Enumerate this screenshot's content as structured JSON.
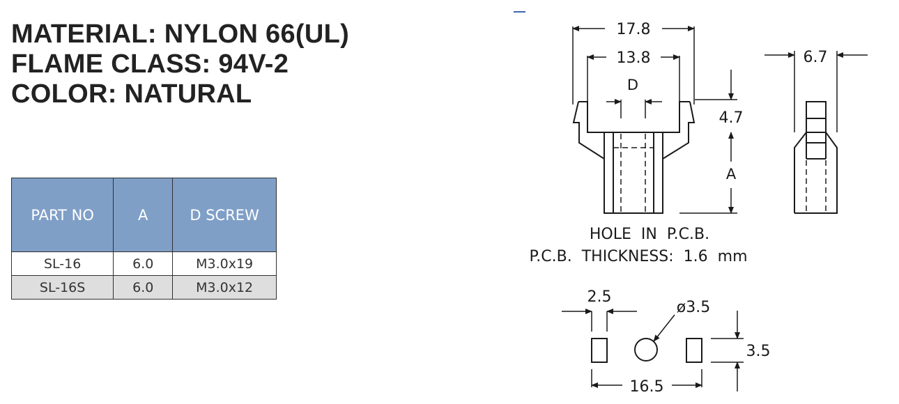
{
  "specs": {
    "material": "MATERIAL: NYLON 66(UL)",
    "flame_class": "FLAME CLASS: 94V-2",
    "color": "COLOR: NATURAL"
  },
  "table": {
    "headers": [
      "PART NO",
      "A",
      "D SCREW"
    ],
    "rows": [
      [
        "SL-16",
        "6.0",
        "M3.0x19"
      ],
      [
        "SL-16S",
        "6.0",
        "M3.0x12"
      ]
    ],
    "header_color": "#7f9fc7",
    "alt_row_color": "#dedede"
  },
  "drawing": {
    "dim_overall_width": "17.8",
    "dim_inner_width": "13.8",
    "label_d": "D",
    "dim_head_height": "4.7",
    "label_a": "A",
    "dim_side_width": "6.7",
    "note_hole": "HOLE  IN  P.C.B.",
    "note_thickness": "P.C.B.  THICKNESS:  1.6  mm",
    "dim_slot_width": "2.5",
    "dim_hole_diameter": "ø3.5",
    "dim_slot_height": "3.5",
    "dim_slot_spacing": "16.5"
  }
}
